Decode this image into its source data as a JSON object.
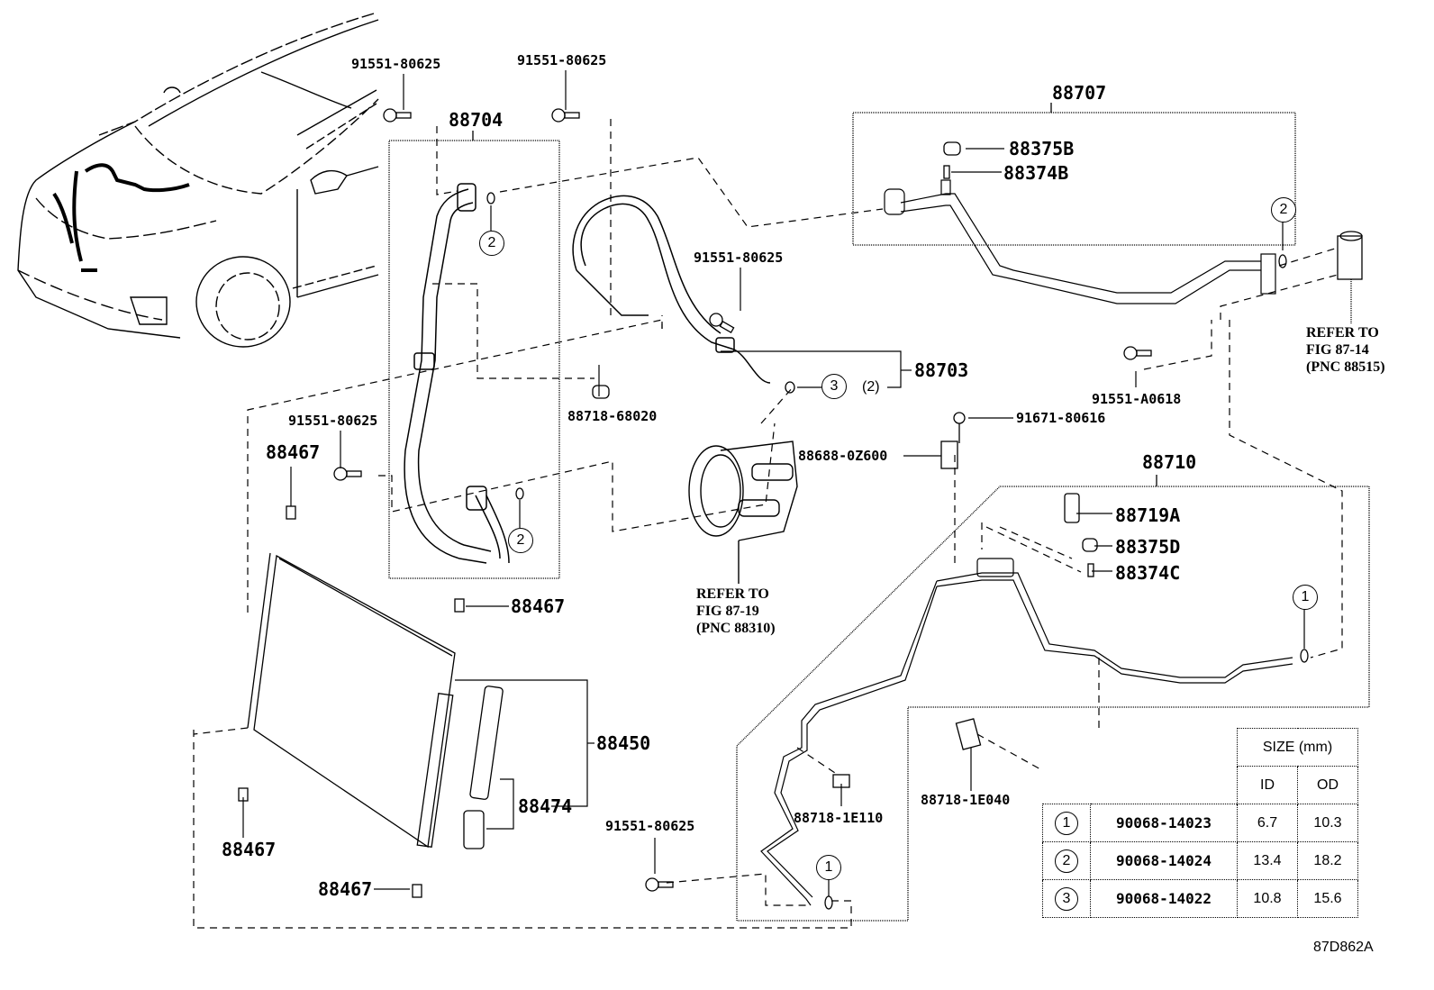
{
  "diagram": {
    "title_code": "87D862A",
    "subject": "Air conditioner piping / condenser exploded parts diagram"
  },
  "labels": {
    "bolt_top_left": "91551-80625",
    "bolt_top_mid": "91551-80625",
    "hose_88704": "88704",
    "tube_88707": "88707",
    "valve_cap_b": "88375B",
    "valve_core_b": "88374B",
    "bolt_mid": "91551-80625",
    "hose_88703": "88703",
    "oring_qty": "(2)",
    "bolt_a0618": "91551-A0618",
    "bolt_left": "91551-80625",
    "cushion_top": "88467",
    "clamp_68020": "88718-68020",
    "bracket_0z600": "88688-0Z600",
    "screw_80616": "91671-80616",
    "tube_88710": "88710",
    "pressure_switch": "88719A",
    "valve_cap_d": "88375D",
    "valve_core_c": "88374C",
    "cushion_right": "88467",
    "condenser_88450": "88450",
    "dryer_88474": "88474",
    "cushion_bottom_left": "88467",
    "cushion_bottom": "88467",
    "bolt_bottom": "91551-80625",
    "clamp_1e110": "88718-1E110",
    "clamp_1e040": "88718-1E040",
    "ref_compressor": "REFER TO\nFIG 87-19\n(PNC 88310)",
    "ref_expansion_valve": "REFER TO\nFIG 87-14\n(PNC 88515)"
  },
  "callouts": {
    "c2_upper_hose": "2",
    "c2_lower_hose": "2",
    "c2_88707": "2",
    "c3_88703": "3",
    "c1_88710_right": "1",
    "c1_88710_bottom": "1"
  },
  "size_table": {
    "header": "SIZE (mm)",
    "col_id": "ID",
    "col_od": "OD",
    "rows": [
      {
        "symbol": "1",
        "part_no": "90068-14023",
        "id": "6.7",
        "od": "10.3"
      },
      {
        "symbol": "2",
        "part_no": "90068-14024",
        "id": "13.4",
        "od": "18.2"
      },
      {
        "symbol": "3",
        "part_no": "90068-14022",
        "id": "10.8",
        "od": "15.6"
      }
    ]
  }
}
